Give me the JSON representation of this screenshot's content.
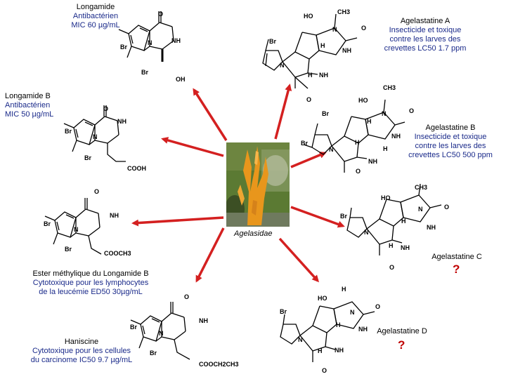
{
  "center": {
    "label": "Agelasidae"
  },
  "compounds": [
    {
      "id": "longamide",
      "name": "Longamide",
      "desc": [
        "Antibactérien",
        "MIC 60 µg/mL"
      ]
    },
    {
      "id": "longamide_b",
      "name": "Longamide B",
      "desc": [
        "Antibactérien",
        "MIC 50 µg/mL"
      ]
    },
    {
      "id": "ester_longamide_b",
      "name": "Ester méthylique du Longamide B",
      "desc": [
        "Cytotoxique pour les lymphocytes",
        "de la leucémie ED50 30µg/mL"
      ]
    },
    {
      "id": "haniscine",
      "name": "Haniscine",
      "desc": [
        "Cytotoxique pour les cellules",
        "du carcinome IC50 9.7 µg/mL"
      ]
    },
    {
      "id": "agelastatine_a",
      "name": "Agelastatine A",
      "desc": [
        "Insecticide et toxique",
        "contre les larves des",
        "crevettes LC50 1.7 ppm"
      ]
    },
    {
      "id": "agelastatine_b",
      "name": "Agelastatine B",
      "desc": [
        "Insecticide et toxique",
        "contre les larves des",
        "crevettes LC50 500 ppm"
      ]
    },
    {
      "id": "agelastatine_c",
      "name": "Agelastatine C",
      "desc": [],
      "unknown": "?"
    },
    {
      "id": "agelastatine_d",
      "name": "Agelastatine D",
      "desc": [],
      "unknown": "?"
    }
  ],
  "atoms": {
    "br": "Br",
    "n": "N",
    "nh": "NH",
    "o": "O",
    "oh": "OH",
    "ho": "HO",
    "h": "H",
    "ch3": "CH3",
    "cooh": "COOH",
    "cooch3": "COOCH3",
    "cooch2ch3": "COOCH2CH3"
  },
  "colors": {
    "arrow": "#d42020",
    "sponge_bg": "#5a6e2c",
    "sponge": "#e8961c",
    "desc": "#1a2a8a",
    "question": "#c00000"
  }
}
